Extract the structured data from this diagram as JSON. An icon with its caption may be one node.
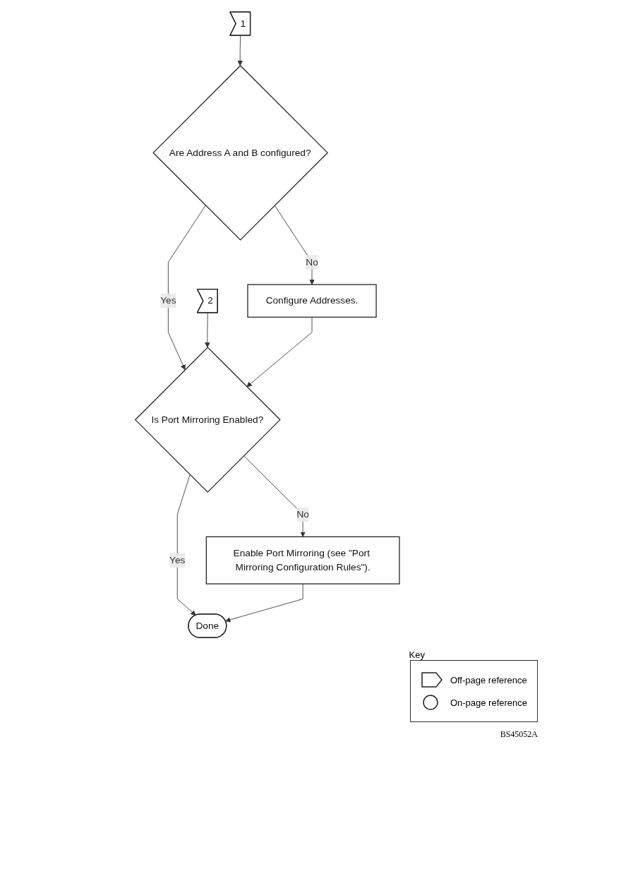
{
  "diagram": {
    "nodes": [
      {
        "text": [
          "1"
        ]
      },
      {
        "text": [
          "Are Address A and B configured?"
        ]
      },
      {
        "text": [
          "Configure Addresses."
        ]
      },
      {
        "text": [
          "2"
        ]
      },
      {
        "text": [
          "Is Port Mirroring Enabled?"
        ]
      },
      {
        "text": [
          "Enable Port Mirroring (see \"Port Mirroring Configuration Rules\")."
        ]
      },
      {
        "text": [
          "Done"
        ]
      }
    ],
    "edges": [
      {
        "from": 0,
        "to": 1,
        "arrow": "to"
      },
      {
        "from": 1,
        "to": 2,
        "label": "No",
        "arrow": "to"
      },
      {
        "from": 1,
        "to": 4,
        "label": "Yes",
        "arrow": "to"
      },
      {
        "from": 3,
        "to": 4,
        "arrow": "to"
      },
      {
        "from": 2,
        "to": 4,
        "arrow": "to"
      },
      {
        "from": 4,
        "to": 5,
        "label": "No",
        "arrow": "to"
      },
      {
        "from": 4,
        "to": 6,
        "label": "Yes",
        "arrow": "to"
      },
      {
        "from": 5,
        "to": 6,
        "arrow": "to"
      }
    ],
    "labels": [
      "Key",
      "BS45052A"
    ],
    "legend": [
      {
        "text": "Off-page reference"
      },
      {
        "text": "On-page reference"
      }
    ]
  }
}
